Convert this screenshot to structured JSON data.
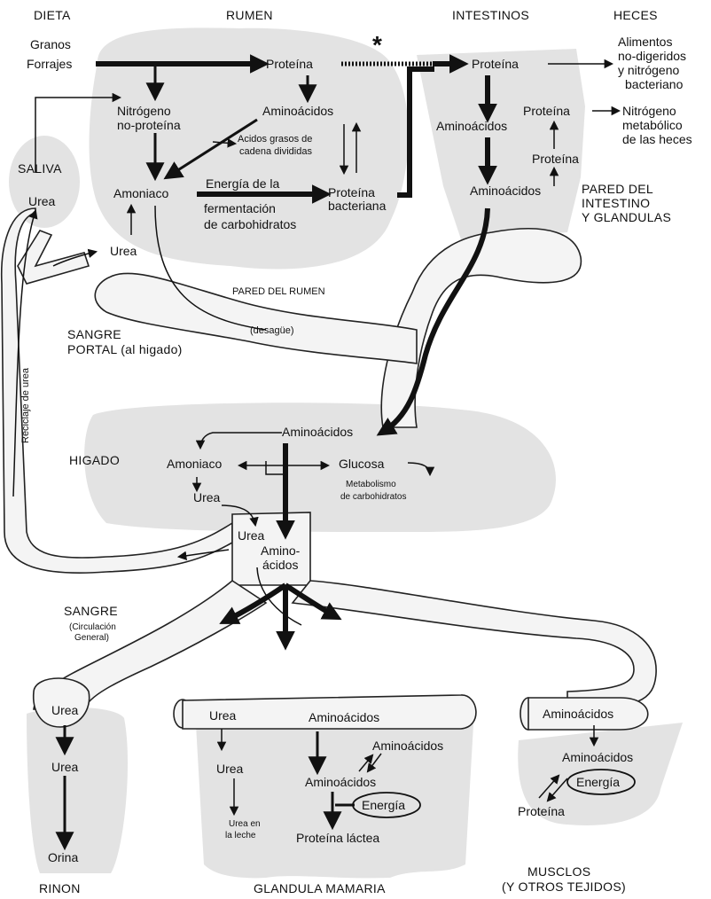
{
  "headers": {
    "dieta": "DIETA",
    "rumen": "RUMEN",
    "intestinos": "INTESTINOS",
    "heces": "HECES",
    "saliva": "SALIVA",
    "pared_intestino_1": "PARED DEL",
    "pared_intestino_2": "INTESTINO",
    "pared_intestino_3": "Y GLANDULAS",
    "pared_rumen": "PARED DEL RUMEN",
    "sangre_portal_1": "SANGRE",
    "sangre_portal_2": "PORTAL (al higado)",
    "higado": "HIGADO",
    "sangre_general": "SANGRE",
    "circulacion_1": "(Circulación",
    "circulacion_2": "General)",
    "rinon": "RINON",
    "glandula_mamaria": "GLANDULA MAMARIA",
    "musclos": "MUSCLOS",
    "otros_tejidos": "(Y OTROS TEJIDOS)",
    "asterisk": "*"
  },
  "labels": {
    "granos": "Granos",
    "forrajes": "Forrajes",
    "proteina_rumen": "Proteína",
    "proteina_intestino": "Proteína",
    "alimentos_1": "Alimentos",
    "alimentos_2": "no-digeridos",
    "alimentos_3": "y nitrógeno",
    "alimentos_4": "bacteriano",
    "nitrogeno_np_1": "Nitrógeno",
    "nitrogeno_np_2": "no-proteína",
    "aminoacidos_rumen": "Aminoácidos",
    "acidos_grasos_1": "Acidos grasos de",
    "acidos_grasos_2": "cadena divididas",
    "aminoacidos_int_1": "Aminoácidos",
    "proteina_pared": "Proteína",
    "nitrogeno_metabolico_1": "Nitrógeno",
    "nitrogeno_metabolico_2": "metabólico",
    "nitrogeno_metabolico_3": "de las heces",
    "proteina_pared_2": "Proteína",
    "aminoacidos_int_2": "Aminoácidos",
    "urea_saliva": "Urea",
    "amoniaco_rumen": "Amoniaco",
    "energia_1": "Energía de la",
    "energia_2": "fermentación",
    "energia_3": "de carbohidratos",
    "proteina_bacteriana_1": "Proteína",
    "proteina_bacteriana_2": "bacteriana",
    "urea_rumen": "Urea",
    "desague": "(desagüe)",
    "reciclaje": "Reciclaje de urea",
    "aminoacidos_higado": "Aminoácidos",
    "amoniaco_higado": "Amoniaco",
    "glucosa": "Glucosa",
    "metabolismo_1": "Metabolismo",
    "metabolismo_2": "de carbohidratos",
    "urea_higado": "Urea",
    "urea_sangre": "Urea",
    "amino_acidos_1": "Amino-",
    "amino_acidos_2": "ácidos",
    "urea_rinon_1": "Urea",
    "urea_rinon_2": "Urea",
    "orina": "Orina",
    "urea_mamaria_1": "Urea",
    "urea_mamaria_2": "Urea",
    "urea_leche_1": "Urea en",
    "urea_leche_2": "la leche",
    "aminoacidos_mamaria_1": "Aminoácidos",
    "aminoacidos_mamaria_2": "Aminoácidos",
    "aminoacidos_mamaria_3": "Aminoácidos",
    "energia_mamaria": "Energía",
    "proteina_lactea": "Proteína láctea",
    "aminoacidos_musculo_1": "Aminoácidos",
    "aminoacidos_musculo_2": "Aminoácidos",
    "energia_musculo": "Energía",
    "proteina_musculo": "Proteína"
  }
}
